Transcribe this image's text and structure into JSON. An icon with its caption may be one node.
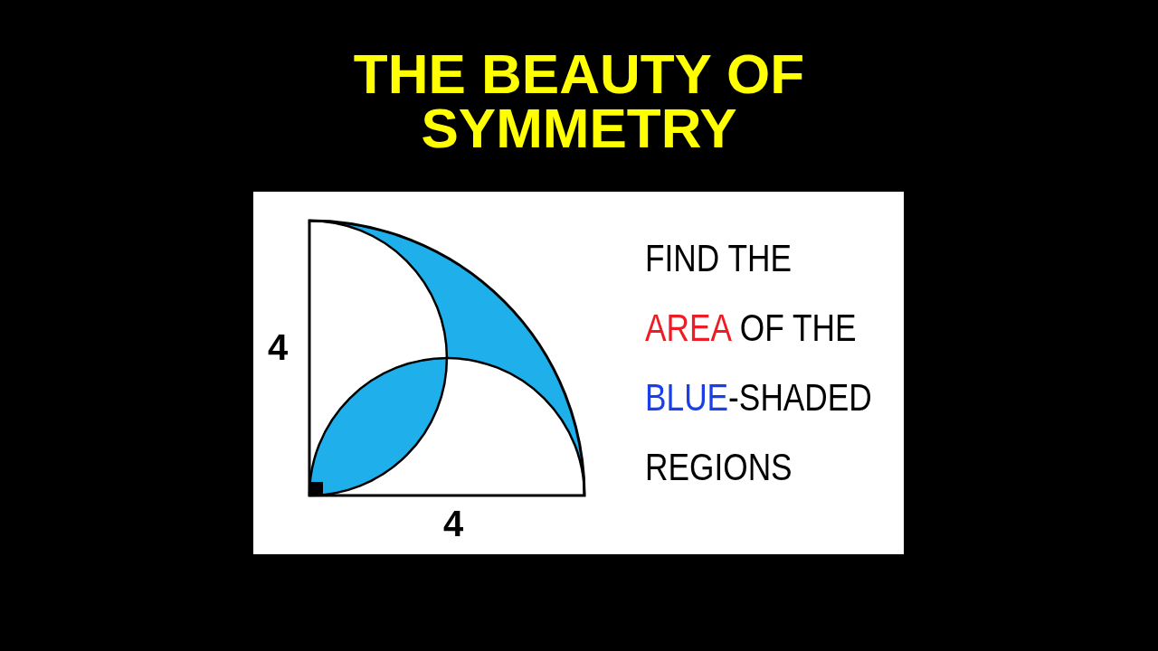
{
  "diagram": {
    "title": "THE BEAUTY OF SYMMETRY",
    "labels": [
      "4",
      "4",
      "FIND THE",
      "AREA",
      "OF THE",
      "BLUE",
      "-SHADED",
      "REGIONS"
    ]
  }
}
